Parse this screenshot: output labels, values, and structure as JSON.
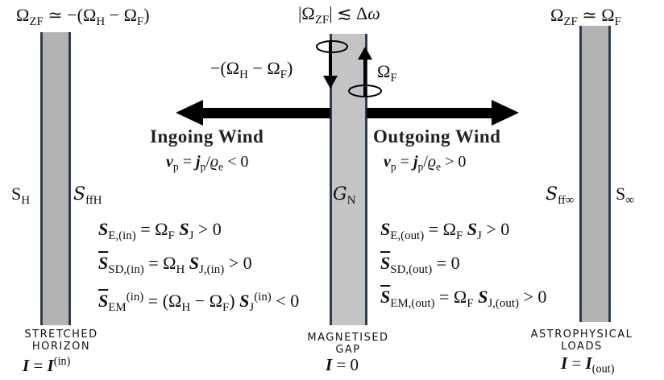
{
  "colors": {
    "bar_fill": "#b3b3b5",
    "bar_edge": "#2f3b52",
    "arrow": "#000000"
  },
  "top": {
    "left": [
      {
        "t": "Ω"
      },
      {
        "t": "ZF",
        "s": "sub"
      },
      {
        "t": " ≃ −(Ω"
      },
      {
        "t": "H",
        "s": "sub"
      },
      {
        "t": " − Ω"
      },
      {
        "t": "F",
        "s": "sub"
      },
      {
        "t": ")"
      }
    ],
    "center": [
      {
        "t": "|Ω"
      },
      {
        "t": "ZF",
        "s": "sub"
      },
      {
        "t": "| ≲ Δ"
      },
      {
        "t": "ω",
        "s": "it"
      }
    ],
    "right": [
      {
        "t": "Ω"
      },
      {
        "t": "ZF",
        "s": "sub"
      },
      {
        "t": " ≃ Ω"
      },
      {
        "t": "F",
        "s": "sub"
      }
    ]
  },
  "rotation": {
    "down": [
      {
        "t": "−(Ω"
      },
      {
        "t": "H",
        "s": "sub"
      },
      {
        "t": " − Ω"
      },
      {
        "t": "F",
        "s": "sub"
      },
      {
        "t": ")"
      }
    ],
    "up": [
      {
        "t": "Ω"
      },
      {
        "t": "F",
        "s": "sub"
      }
    ]
  },
  "wind": {
    "ingoing_label": "Ingoing Wind",
    "ingoing_eq": [
      {
        "t": "v",
        "s": "bi"
      },
      {
        "t": "p",
        "s": "sub"
      },
      {
        "t": " = "
      },
      {
        "t": "j",
        "s": "bi"
      },
      {
        "t": "p",
        "s": "sub"
      },
      {
        "t": "/"
      },
      {
        "t": "ϱ",
        "s": "it"
      },
      {
        "t": "e",
        "s": "sub"
      },
      {
        "t": " < 0"
      }
    ],
    "outgoing_label": "Outgoing Wind",
    "outgoing_eq": [
      {
        "t": "v",
        "s": "bi"
      },
      {
        "t": "p",
        "s": "sub"
      },
      {
        "t": " = "
      },
      {
        "t": "j",
        "s": "bi"
      },
      {
        "t": "p",
        "s": "sub"
      },
      {
        "t": "/"
      },
      {
        "t": "ϱ",
        "s": "it"
      },
      {
        "t": "e",
        "s": "sub"
      },
      {
        "t": " > 0"
      }
    ]
  },
  "surfaces": {
    "s_h": [
      {
        "t": "S"
      },
      {
        "t": "H",
        "s": "sub"
      }
    ],
    "s_ffh": [
      {
        "t": "S",
        "s": "cal"
      },
      {
        "t": "ffH",
        "s": "sub"
      }
    ],
    "g_n": [
      {
        "t": "G",
        "s": "cal"
      },
      {
        "t": "N",
        "s": "sub"
      }
    ],
    "s_ffinf": [
      {
        "t": "S",
        "s": "cal"
      },
      {
        "t": "ff∞",
        "s": "sub"
      }
    ],
    "s_inf": [
      {
        "t": "S"
      },
      {
        "t": "∞",
        "s": "sub"
      }
    ]
  },
  "equations_in": [
    [
      {
        "t": "S",
        "s": "bi"
      },
      {
        "t": "E,(in)",
        "s": "sub"
      },
      {
        "t": " = Ω"
      },
      {
        "t": "F",
        "s": "sub"
      },
      {
        "t": " "
      },
      {
        "t": "S",
        "s": "bi"
      },
      {
        "t": "J",
        "s": "sub"
      },
      {
        "t": " > 0"
      }
    ],
    [
      {
        "t": "S",
        "s": "ov"
      },
      {
        "t": "SD,(in)",
        "s": "sub"
      },
      {
        "t": " = Ω"
      },
      {
        "t": "H",
        "s": "sub"
      },
      {
        "t": " "
      },
      {
        "t": "S",
        "s": "bi"
      },
      {
        "t": "J,(in)",
        "s": "sub"
      },
      {
        "t": " > 0"
      }
    ],
    [
      {
        "t": "S",
        "s": "ov"
      },
      {
        "t": "EM",
        "s": "sub"
      },
      {
        "t": "(in)",
        "s": "sup"
      },
      {
        "t": " = (Ω"
      },
      {
        "t": "H",
        "s": "sub"
      },
      {
        "t": " − Ω"
      },
      {
        "t": "F",
        "s": "sub"
      },
      {
        "t": ") "
      },
      {
        "t": "S",
        "s": "bi"
      },
      {
        "t": "J",
        "s": "sub"
      },
      {
        "t": "(in)",
        "s": "sup"
      },
      {
        "t": " < 0"
      }
    ]
  ],
  "equations_out": [
    [
      {
        "t": "S",
        "s": "bi"
      },
      {
        "t": "E,(out)",
        "s": "sub"
      },
      {
        "t": " = Ω"
      },
      {
        "t": "F",
        "s": "sub"
      },
      {
        "t": " "
      },
      {
        "t": "S",
        "s": "bi"
      },
      {
        "t": "J",
        "s": "sub"
      },
      {
        "t": " > 0"
      }
    ],
    [
      {
        "t": "S",
        "s": "ov"
      },
      {
        "t": "SD,(out)",
        "s": "sub"
      },
      {
        "t": " = 0"
      }
    ],
    [
      {
        "t": "S",
        "s": "ov"
      },
      {
        "t": "EM,(out)",
        "s": "sub"
      },
      {
        "t": " = Ω"
      },
      {
        "t": "F",
        "s": "sub"
      },
      {
        "t": " "
      },
      {
        "t": "S",
        "s": "bi"
      },
      {
        "t": "J,(out)",
        "s": "sub"
      },
      {
        "t": " > 0"
      }
    ]
  ],
  "captions": {
    "horizon_line1": "STRETCHED",
    "horizon_line2": "HORIZON",
    "horizon_current": [
      {
        "t": "I",
        "s": "bi"
      },
      {
        "t": " = "
      },
      {
        "t": "I",
        "s": "bi"
      },
      {
        "t": "(in)",
        "s": "sup"
      }
    ],
    "gap_line1": "MAGNETISED",
    "gap_line2": "GAP",
    "gap_current": [
      {
        "t": "I",
        "s": "bi"
      },
      {
        "t": " = 0"
      }
    ],
    "loads_line1": "ASTROPHYSICAL",
    "loads_line2": "LOADS",
    "loads_current": [
      {
        "t": "I",
        "s": "bi"
      },
      {
        "t": " = "
      },
      {
        "t": "I",
        "s": "bi"
      },
      {
        "t": "(out)",
        "s": "sub"
      }
    ]
  }
}
